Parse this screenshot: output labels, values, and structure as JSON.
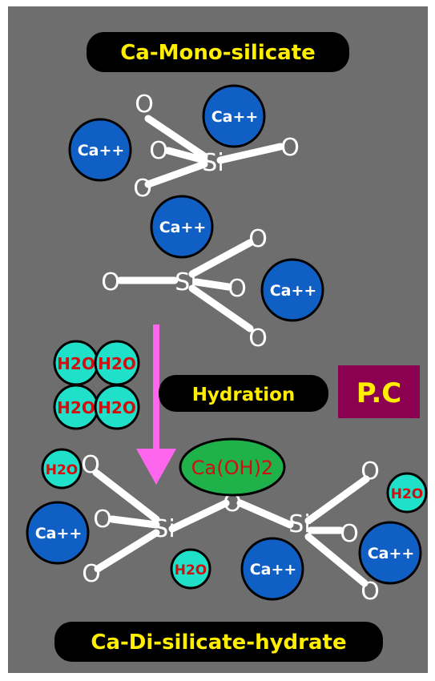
{
  "title_top": "Ca-Mono-silicate",
  "title_bottom": "Ca-Di-silicate-hydrate",
  "hydration_label": "Hydration",
  "pc_label": "P.C",
  "caoh_label": "Ca(OH)2",
  "atom_labels": {
    "oxygen": "O",
    "silicon": "Si",
    "calcium": "Ca++",
    "water": "H2O"
  },
  "colors": {
    "background": "#6e6e6e",
    "ca_fill": "#0f5fc4",
    "water_fill": "#1fe0c8",
    "water_text": "#d01010",
    "title_text": "#ffee00",
    "pc_box": "#8b0050",
    "caoh_fill": "#1fb14a",
    "caoh_text": "#d01010",
    "arrow": "#ff66ee",
    "bond": "#ffffff"
  },
  "icons": {
    "arrow": "arrow-down-icon"
  }
}
